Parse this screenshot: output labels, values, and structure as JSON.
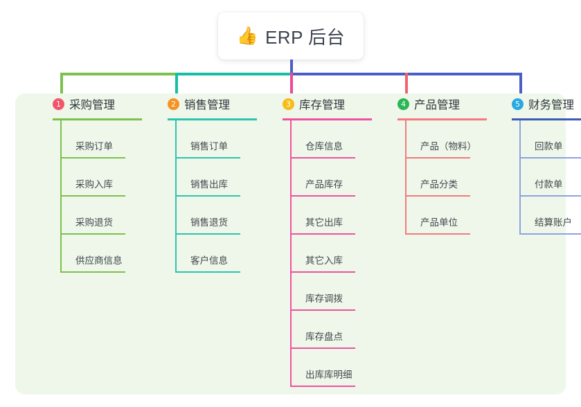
{
  "root": {
    "icon": "thumbs-up-icon",
    "icon_glyph": "👍",
    "title": "ERP 后台"
  },
  "colors": {
    "panel_background": "#eef7e9",
    "page_background": "#ffffff",
    "stem": "#4a5ec4",
    "connector_green": "#7cc04e",
    "connector_teal": "#13bfa6",
    "connector_blue": "#4a5ec4",
    "drop_green": "#7cc04e",
    "drop_teal": "#13bfa6",
    "drop_pink": "#ec4899",
    "drop_red": "#f2636b",
    "drop_blue": "#4a5ec4"
  },
  "columns": [
    {
      "badge": "1",
      "badge_color": "#f2556a",
      "title": "采购管理",
      "accent": "#7cc04e",
      "items": [
        {
          "label": "采购订单"
        },
        {
          "label": "采购入库"
        },
        {
          "label": "采购退货"
        },
        {
          "label": "供应商信息"
        }
      ]
    },
    {
      "badge": "2",
      "badge_color": "#f59425",
      "title": "销售管理",
      "accent": "#2cc4ae",
      "items": [
        {
          "label": "销售订单"
        },
        {
          "label": "销售出库"
        },
        {
          "label": "销售退货"
        },
        {
          "label": "客户信息"
        }
      ]
    },
    {
      "badge": "3",
      "badge_color": "#f7bc16",
      "title": "库存管理",
      "accent": "#ef51a0",
      "items": [
        {
          "label": "仓库信息"
        },
        {
          "label": "产品库存"
        },
        {
          "label": "其它出库"
        },
        {
          "label": "其它入库"
        },
        {
          "label": "库存调拨"
        },
        {
          "label": "库存盘点"
        },
        {
          "label": "出库库明细"
        }
      ]
    },
    {
      "badge": "4",
      "badge_color": "#2bb656",
      "title": "产品管理",
      "accent": "#f4797f",
      "items": [
        {
          "label": "产品（物料）"
        },
        {
          "label": "产品分类"
        },
        {
          "label": "产品单位"
        }
      ]
    },
    {
      "badge": "5",
      "badge_color": "#27a9e1",
      "title": "财务管理",
      "accent": "#8da2de",
      "head_accent": "#3b5bb5",
      "items": [
        {
          "label": "回款单"
        },
        {
          "label": "付款单"
        },
        {
          "label": "结算账户"
        }
      ]
    }
  ]
}
